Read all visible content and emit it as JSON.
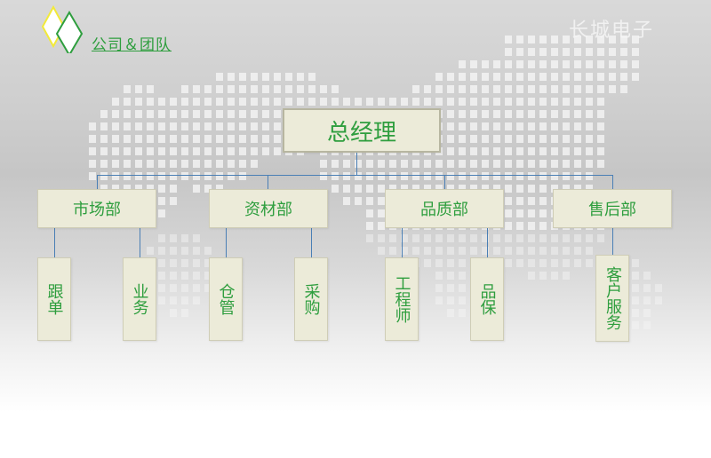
{
  "header": {
    "title": "公司＆团队",
    "watermark": "长城电子"
  },
  "org": {
    "top": "总经理",
    "depts": [
      {
        "label": "市场部",
        "subs": [
          "跟单",
          "业务"
        ]
      },
      {
        "label": "资材部",
        "subs": [
          "仓管",
          "采购"
        ]
      },
      {
        "label": "品质部",
        "subs": [
          "工程师",
          "品保"
        ]
      },
      {
        "label": "售后部",
        "subs": [
          "客户服务"
        ]
      }
    ]
  },
  "colors": {
    "text": "#2e9e3e",
    "box_fill": "#ecebd9",
    "connector": "#4a7fb5"
  }
}
